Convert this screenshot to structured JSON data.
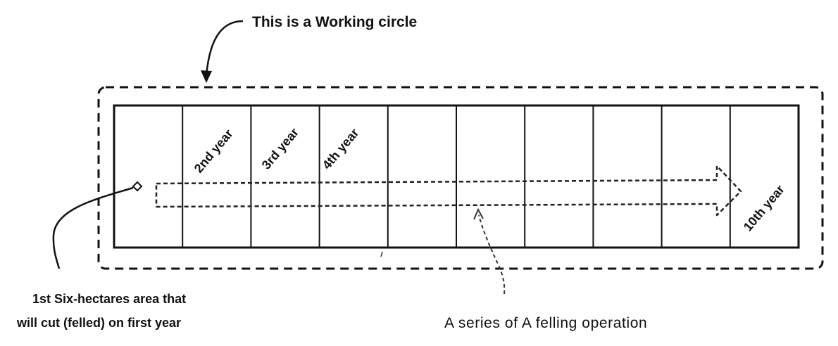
{
  "diagram": {
    "title_callout": "This is a Working circle",
    "year_labels": [
      "2nd year",
      "3rd year",
      "4th year"
    ],
    "final_year_label": "10th year",
    "first_area_caption": [
      "1st Six-hectares area that",
      "will cut (felled) on first year"
    ],
    "series_caption": "A series of A felling operation",
    "cell_count": 10
  }
}
